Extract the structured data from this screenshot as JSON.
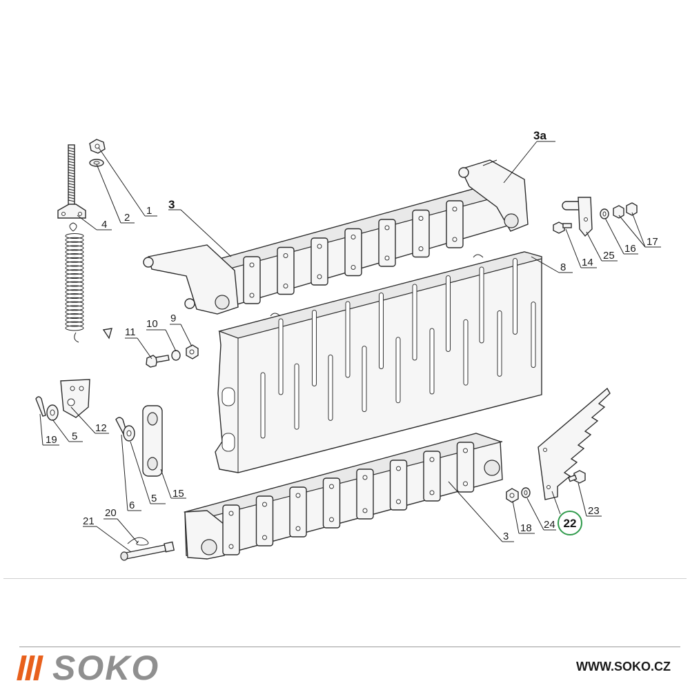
{
  "diagram": {
    "callouts": [
      {
        "id": "1",
        "label": "1"
      },
      {
        "id": "2",
        "label": "2"
      },
      {
        "id": "3-top",
        "label": "3"
      },
      {
        "id": "3a",
        "label": "3a"
      },
      {
        "id": "4",
        "label": "4"
      },
      {
        "id": "5-left",
        "label": "5"
      },
      {
        "id": "5-mid",
        "label": "5"
      },
      {
        "id": "6",
        "label": "6"
      },
      {
        "id": "8",
        "label": "8"
      },
      {
        "id": "9",
        "label": "9"
      },
      {
        "id": "10",
        "label": "10"
      },
      {
        "id": "11",
        "label": "11"
      },
      {
        "id": "12",
        "label": "12"
      },
      {
        "id": "14",
        "label": "14"
      },
      {
        "id": "15",
        "label": "15"
      },
      {
        "id": "16",
        "label": "16"
      },
      {
        "id": "17",
        "label": "17"
      },
      {
        "id": "18",
        "label": "18"
      },
      {
        "id": "19",
        "label": "19"
      },
      {
        "id": "20",
        "label": "20"
      },
      {
        "id": "21",
        "label": "21"
      },
      {
        "id": "22",
        "label": "22"
      },
      {
        "id": "23",
        "label": "23"
      },
      {
        "id": "24",
        "label": "24"
      },
      {
        "id": "25",
        "label": "25"
      },
      {
        "id": "3-bottom",
        "label": "3"
      }
    ],
    "highlight_color": "#2e9a4a"
  },
  "footer": {
    "brand": "SOKO",
    "website": "WWW.SOKO.CZ",
    "brand_accent_color": "#e8601c",
    "brand_text_color": "#8f8f8f"
  }
}
